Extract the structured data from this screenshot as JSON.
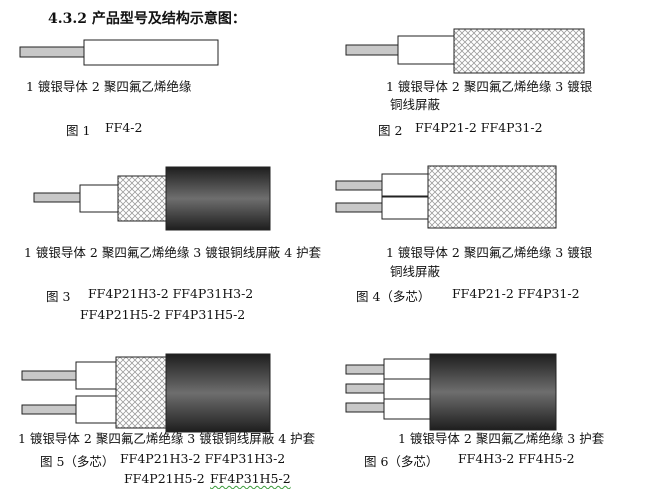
{
  "section_title": "4.3.2 产品型号及结构示意图：",
  "figures": [
    {
      "id": "fig1",
      "caption_lines": [
        "1 镀银导体  2 聚四氟乙烯绝缘"
      ],
      "label": "图 1",
      "models_line1": "FF4-2",
      "models_line2": ""
    },
    {
      "id": "fig2",
      "caption_lines": [
        "1 镀银导体  2 聚四氟乙烯绝缘  3  镀银",
        "铜线屏蔽"
      ],
      "label": "图 2",
      "models_line1": "FF4P21-2    FF4P31-2",
      "models_line2": ""
    },
    {
      "id": "fig3",
      "caption_lines": [
        "1 镀银导体 2 聚四氟乙烯绝缘 3  镀银铜线屏蔽 4 护套"
      ],
      "label": "图 3",
      "models_line1": "FF4P21H3-2    FF4P31H3-2",
      "models_line2": "FF4P21H5-2      FF4P31H5-2"
    },
    {
      "id": "fig4",
      "caption_lines": [
        "1 镀银导体  2 聚四氟乙烯绝缘  3  镀银",
        "铜线屏蔽"
      ],
      "label": "图 4（多芯）",
      "models_line1": "FF4P21-2    FF4P31-2",
      "models_line2": ""
    },
    {
      "id": "fig5",
      "caption_lines": [
        "1 镀银导体 2 聚四氟乙烯绝缘 3  镀银铜线屏蔽 4 护套"
      ],
      "label": "图 5（多芯）",
      "models_line1": "FF4P21H3-2    FF4P31H3-2",
      "models_line2_a": "FF4P21H5-2",
      "models_line2_b": "FF4P31H5-2"
    },
    {
      "id": "fig6",
      "caption_lines": [
        "1 镀银导体 2 聚四氟乙烯绝缘 3 护套"
      ],
      "label": "图 6（多芯）",
      "models_line1": "FF4H3-2    FF4H5-2",
      "models_line2": ""
    }
  ],
  "colors": {
    "conductor": "#c8c8c8",
    "insulation": "#ffffff",
    "shield_pattern": "#9a9a9a",
    "jacket_dark": "#1e1e1e",
    "jacket_light": "#6e6e6e",
    "outline": "#222222"
  }
}
